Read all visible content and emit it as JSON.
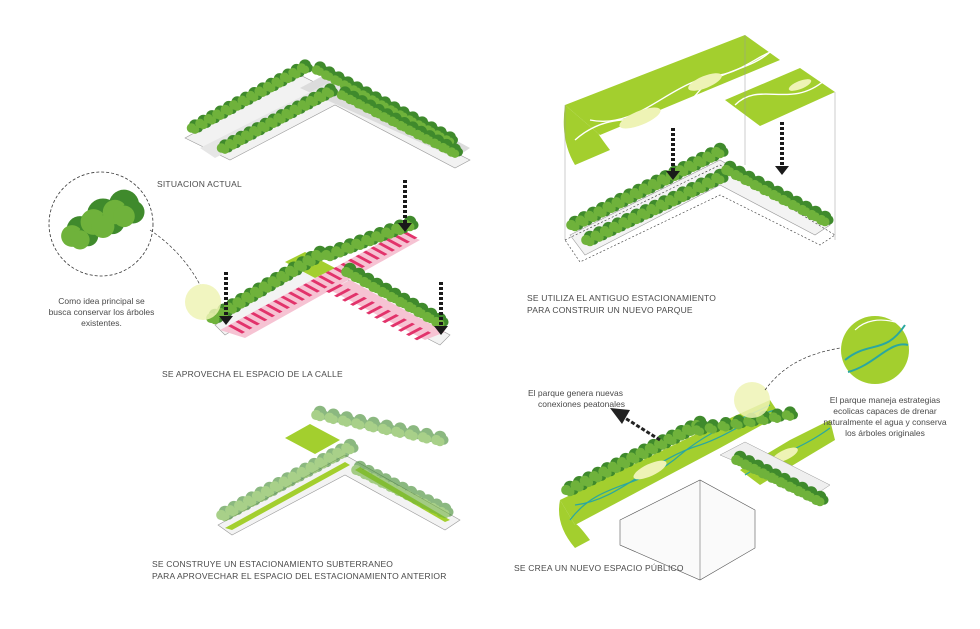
{
  "panels": {
    "p1": {
      "caption": "SITUACION ACTUAL"
    },
    "p2": {
      "caption": "SE APROVECHA EL ESPACIO DE LA CALLE",
      "note_line1": "Como idea principal se",
      "note_line2": "busca conservar los árboles",
      "note_line3": "existentes."
    },
    "p3": {
      "caption_line1": "SE CONSTRUYE UN ESTACIONAMIENTO SUBTERRANEO",
      "caption_line2": "PARA APROVECHAR EL ESPACIO DEL ESTACIONAMIENTO ANTERIOR"
    },
    "p4": {
      "caption_line1": "SE UTILIZA EL ANTIGUO ESTACIONAMIENTO",
      "caption_line2": "PARA CONSTRUIR UN NUEVO PARQUE"
    },
    "p5": {
      "caption": "SE CREA UN NUEVO ESPACIO PÚBLICO",
      "note_left_line1": "El parque genera nuevas",
      "note_left_line2": "conexiones peatonales",
      "note_right_line1": "El parque maneja estrategias",
      "note_right_line2": "ecolicas capaces de drenar",
      "note_right_line3": "naturalmente el agua y conserva",
      "note_right_line4": "los árboles originales"
    }
  },
  "colors": {
    "lime": "#a3cf2e",
    "tree_dark": "#3f8a2c",
    "tree_light": "#6fb23b",
    "road": "#d8d8d8",
    "crosswalk": "#e2336b",
    "water": "#2aa7a0",
    "pale": "#eef3b5"
  }
}
